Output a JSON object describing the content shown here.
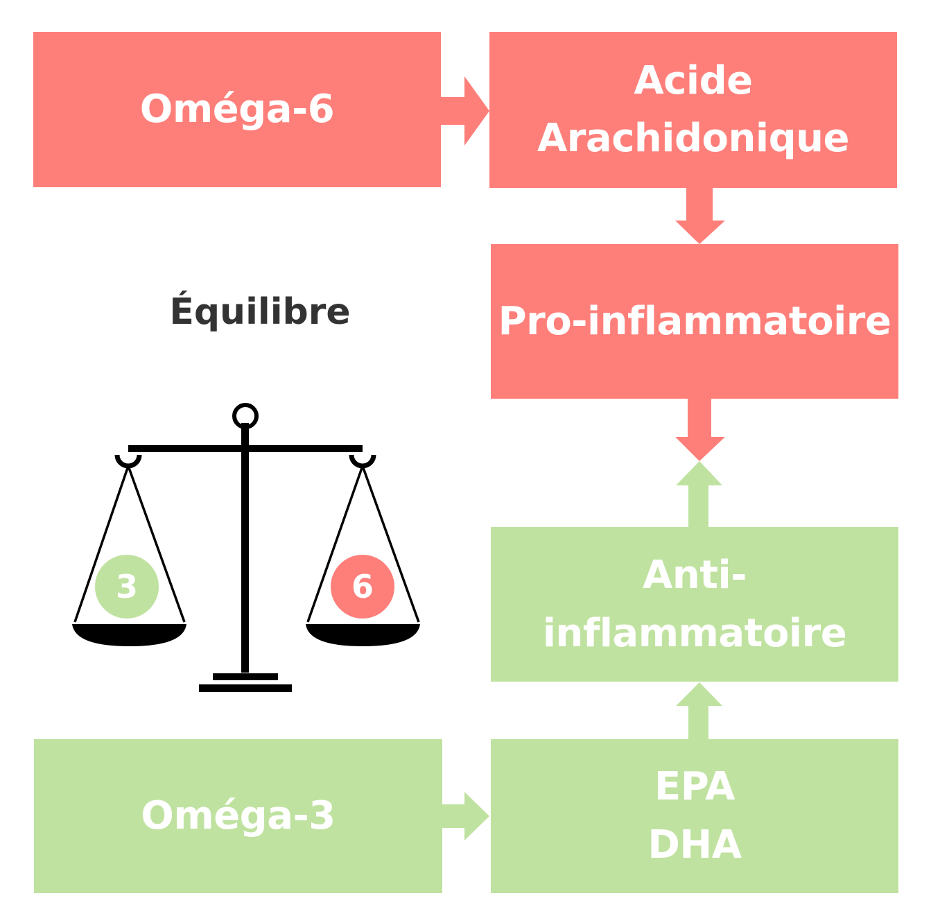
{
  "colors": {
    "omega6": "#fe7f7a",
    "omega3": "#c0e2a0",
    "text": "#ffffff",
    "title": "#333333",
    "scale": "#000000"
  },
  "boxes": {
    "omega6": "Oméga-6",
    "arachidonic_line1": "Acide",
    "arachidonic_line2": "Arachidonique",
    "pro_inflammatory": "Pro-inflammatoire",
    "anti_inflammatory": "Anti-inflammatoire",
    "omega3": "Oméga-3",
    "epa": "EPA",
    "dha": "DHA"
  },
  "balance": {
    "title": "Équilibre",
    "left_pan_label": "3",
    "right_pan_label": "6"
  }
}
